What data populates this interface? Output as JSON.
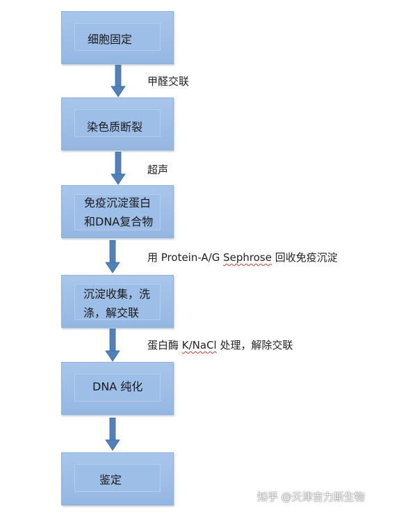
{
  "steps": [
    {
      "lines": [
        "细胞固定"
      ]
    },
    {
      "lines": [
        "染色质断裂"
      ]
    },
    {
      "lines": [
        "免疫沉淀蛋白",
        "和DNA复合物"
      ]
    },
    {
      "lines": [
        "沉淀收集，洗",
        "涤，解交联"
      ]
    },
    {
      "lines": [
        "DNA 纯化"
      ]
    },
    {
      "lines": [
        "鉴定"
      ]
    }
  ],
  "transitions": [
    {
      "before": "甲醛交联",
      "squiggle": "",
      "after": ""
    },
    {
      "before": "超声",
      "squiggle": "",
      "after": ""
    },
    {
      "before": "用 Protein-A/G ",
      "squiggle": "Sephrose",
      "after": " 回收免疫沉淀"
    },
    {
      "before": "蛋白酶 ",
      "squiggle": "K/NaCl",
      "after": " 处理，解除交联"
    }
  ],
  "watermark": "知乎 @天津吉力斯生物",
  "colors": {
    "box_fill": "#9dbee6",
    "box_border": "#8fb0d8",
    "arrow": "#4f81bd"
  }
}
